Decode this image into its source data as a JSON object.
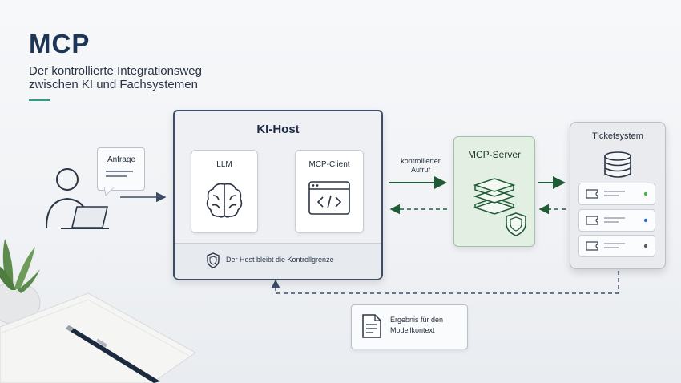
{
  "header": {
    "title": "MCP",
    "subtitle_line1": "Der kontrollierte Integrationsweg",
    "subtitle_line2": "zwischen KI und Fachsystemen"
  },
  "user": {
    "request_label": "Anfrage"
  },
  "host": {
    "title": "KI-Host",
    "llm_label": "LLM",
    "client_label": "MCP-Client",
    "boundary_note": "Der Host bleibt die Kontrollgrenze"
  },
  "flow": {
    "call_label_line1": "kontrollierter",
    "call_label_line2": "Aufruf"
  },
  "server": {
    "title": "MCP-Server"
  },
  "ticketsystem": {
    "title": "Ticketsystem",
    "status_colors": [
      "#4caf50",
      "#2f6fd6",
      "#555c66"
    ]
  },
  "result": {
    "line1": "Ergebnis für den",
    "line2": "Modellkontext"
  },
  "colors": {
    "accent": "#2a9d8f",
    "host_border": "#3c4c66",
    "server_green": "#1f5c36",
    "title_navy": "#1d3557"
  }
}
